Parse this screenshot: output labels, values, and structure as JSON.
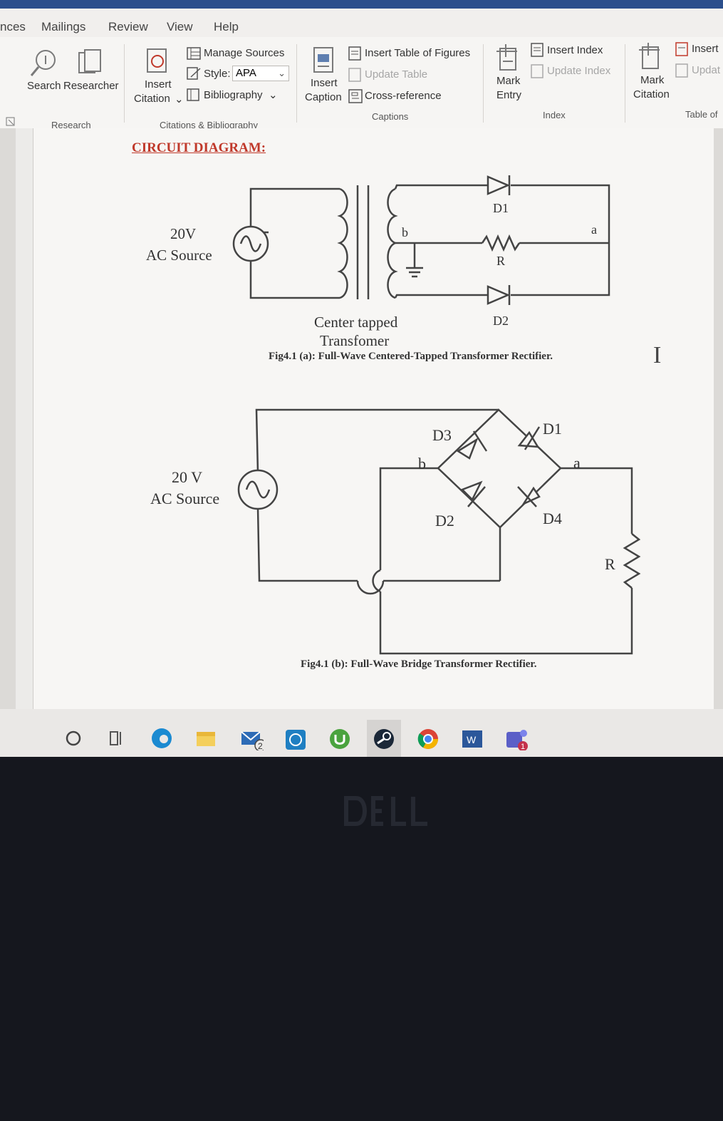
{
  "tabs": [
    "nces",
    "Mailings",
    "Review",
    "View",
    "Help"
  ],
  "ribbon": {
    "research": {
      "search_label": "Search",
      "researcher_label": "Researcher",
      "group": "Research"
    },
    "citations": {
      "insert_citation_line1": "Insert",
      "insert_citation_line2": "Citation",
      "manage_sources": "Manage Sources",
      "style_label": "Style:",
      "style_value": "APA",
      "bibliography": "Bibliography",
      "group": "Citations & Bibliography"
    },
    "captions": {
      "insert_caption_line1": "Insert",
      "insert_caption_line2": "Caption",
      "insert_table_of_figures": "Insert Table of Figures",
      "update_table": "Update Table",
      "cross_reference": "Cross-reference",
      "group": "Captions"
    },
    "index": {
      "mark_entry_line1": "Mark",
      "mark_entry_line2": "Entry",
      "insert_index": "Insert Index",
      "update_index": "Update Index",
      "group": "Index"
    },
    "authorities": {
      "mark_citation_line1": "Mark",
      "mark_citation_line2": "Citation",
      "insert": "Insert",
      "update": "Updat",
      "group": "Table of"
    }
  },
  "document": {
    "heading": "CIRCUIT DIAGRAM:",
    "fig_a": {
      "source_line1": "20V",
      "source_line2": "AC Source",
      "transformer_line1": "Center tapped",
      "transformer_line2": "Transfomer",
      "d1": "D1",
      "d2": "D2",
      "r": "R",
      "node_a": "a",
      "node_b": "b",
      "caption": "Fig4.1 (a): Full-Wave Centered-Tapped Transformer Rectifier."
    },
    "fig_b": {
      "source_line1": "20 V",
      "source_line2": "AC Source",
      "d1": "D1",
      "d2": "D2",
      "d3": "D3",
      "d4": "D4",
      "r": "R",
      "node_a": "a",
      "node_b": "b",
      "caption": "Fig4.1 (b): Full-Wave Bridge Transformer Rectifier."
    }
  },
  "taskbar": {
    "mail_badge": "2",
    "teams_badge": "1",
    "word_letter": "W"
  },
  "colors": {
    "heading_red": "#c0392b",
    "word_blue": "#2b579a",
    "screen_bg": "#e4e2e0",
    "bezel": "#15171e"
  }
}
